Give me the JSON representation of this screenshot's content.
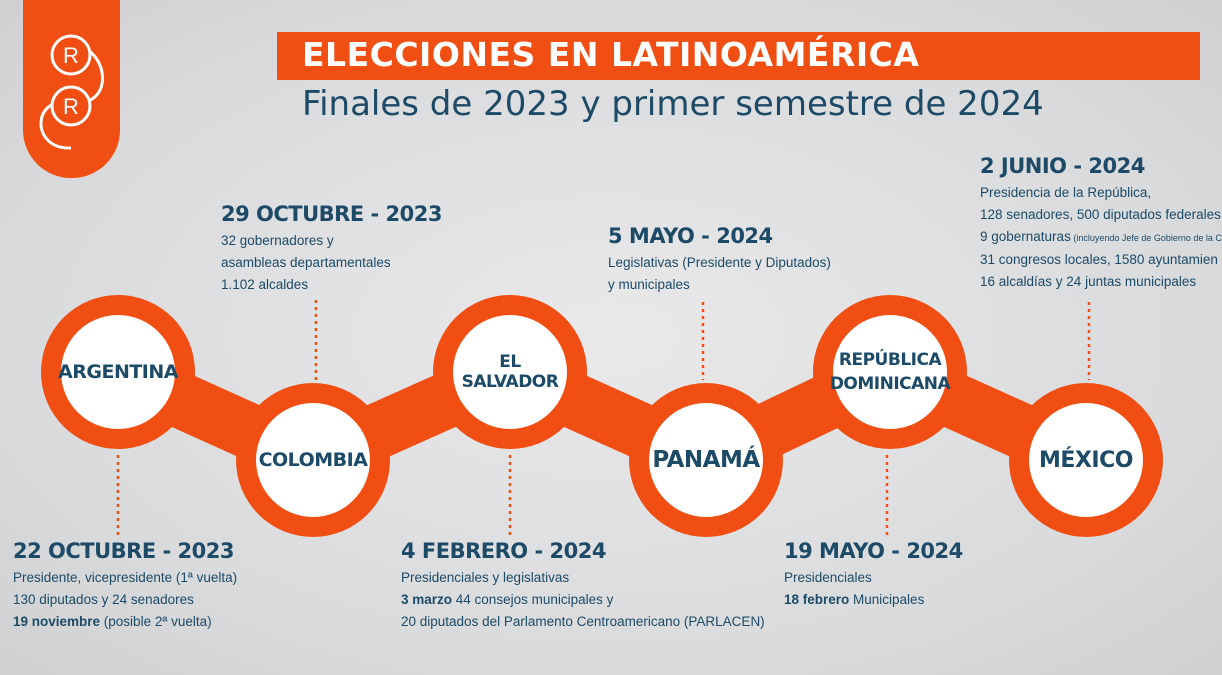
{
  "header": {
    "title": "ELECCIONES EN LATINOAMÉRICA",
    "subtitle": "Finales de 2023 y primer semestre de 2024",
    "logo_letters": [
      "R",
      "R"
    ]
  },
  "colors": {
    "accent": "#f04e12",
    "text": "#1c4a67",
    "background": "#dcdcde"
  },
  "countries": [
    {
      "name": "ARGENTINA"
    },
    {
      "name": "COLOMBIA"
    },
    {
      "name": "EL SALVADOR"
    },
    {
      "name": "PANAMÁ"
    },
    {
      "name": "REPÚBLICA DOMINICANA"
    },
    {
      "name": "MÉXICO"
    }
  ],
  "events": {
    "argentina": {
      "date": "22 OCTUBRE - 2023",
      "line1": "Presidente, vicepresidente (1ª vuelta)",
      "line2": "130 diputados y 24 senadores",
      "line3_bold": "19 noviembre",
      "line3_rest": " (posible 2ª vuelta)"
    },
    "colombia": {
      "date": "29 OCTUBRE - 2023",
      "line1": "32 gobernadores y",
      "line2": "asambleas departamentales",
      "line3": "1.102 alcaldes"
    },
    "el_salvador": {
      "date": "4 FEBRERO - 2024",
      "line1": "Presidenciales y legislativas",
      "line2_bold": "3 marzo",
      "line2_rest": " 44 consejos municipales y",
      "line3": "20 diputados del Parlamento Centroamericano (PARLACEN)"
    },
    "panama": {
      "date": "5 MAYO - 2024",
      "line1": "Legislativas (Presidente y Diputados)",
      "line2": "y municipales"
    },
    "republica_dominicana": {
      "date": "19 MAYO - 2024",
      "line1": "Presidenciales",
      "line2_bold": "18 febrero",
      "line2_rest": " Municipales"
    },
    "mexico": {
      "date": "2 JUNIO - 2024",
      "line1": "Presidencia de la República,",
      "line2": "128 senadores, 500 diputados federales",
      "line3": "9 gobernaturas",
      "line3_small": " (incluyendo Jefe de Gobierno de la C",
      "line4": "31 congresos locales, 1580 ayuntamien",
      "line5": "16 alcaldías y 24 juntas municipales"
    }
  }
}
